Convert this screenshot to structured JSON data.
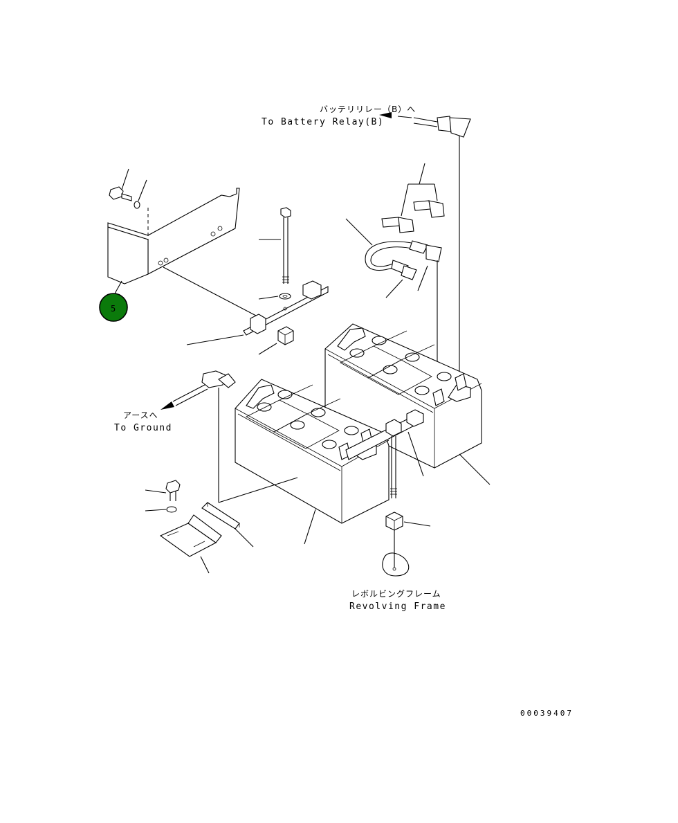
{
  "labels": {
    "battery_relay_jp": "バッテリリレー（B）へ",
    "battery_relay_en": "To Battery Relay(B)",
    "ground_jp": "アースへ",
    "ground_en": "To Ground",
    "frame_jp": "レボルビングフレーム",
    "frame_en": "Revolving Frame",
    "drawing_number": "00039407"
  },
  "callout": {
    "number": "5",
    "color": "#0b7a0b"
  }
}
